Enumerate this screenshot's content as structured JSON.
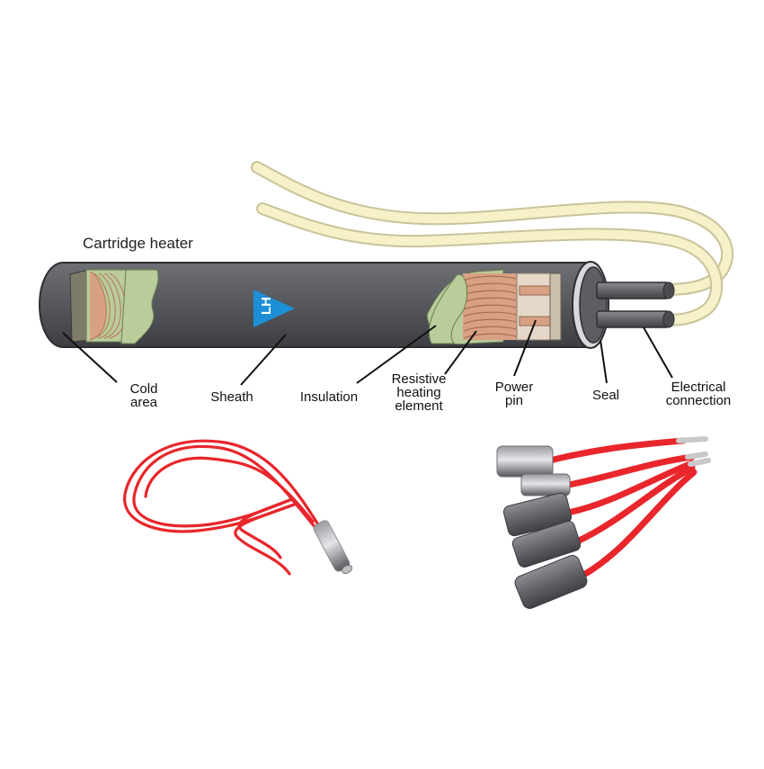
{
  "title": "Cartridge heater",
  "labels": {
    "cold_area": "Cold\narea",
    "sheath": "Sheath",
    "insulation": "Insulation",
    "resistive_element": "Resistive\nheating\nelement",
    "power_pin": "Power\npin",
    "seal": "Seal",
    "electrical_connection": "Electrical\nconnection"
  },
  "logo_text": "LH",
  "colors": {
    "sheath": "#5c5e63",
    "sheath_dark": "#3e4045",
    "insulation": "#b9cc9a",
    "coil": "#d9a184",
    "lead_wire": "#f6f1c8",
    "red_wire": "#e8262b",
    "logo": "#1d8fd6"
  }
}
